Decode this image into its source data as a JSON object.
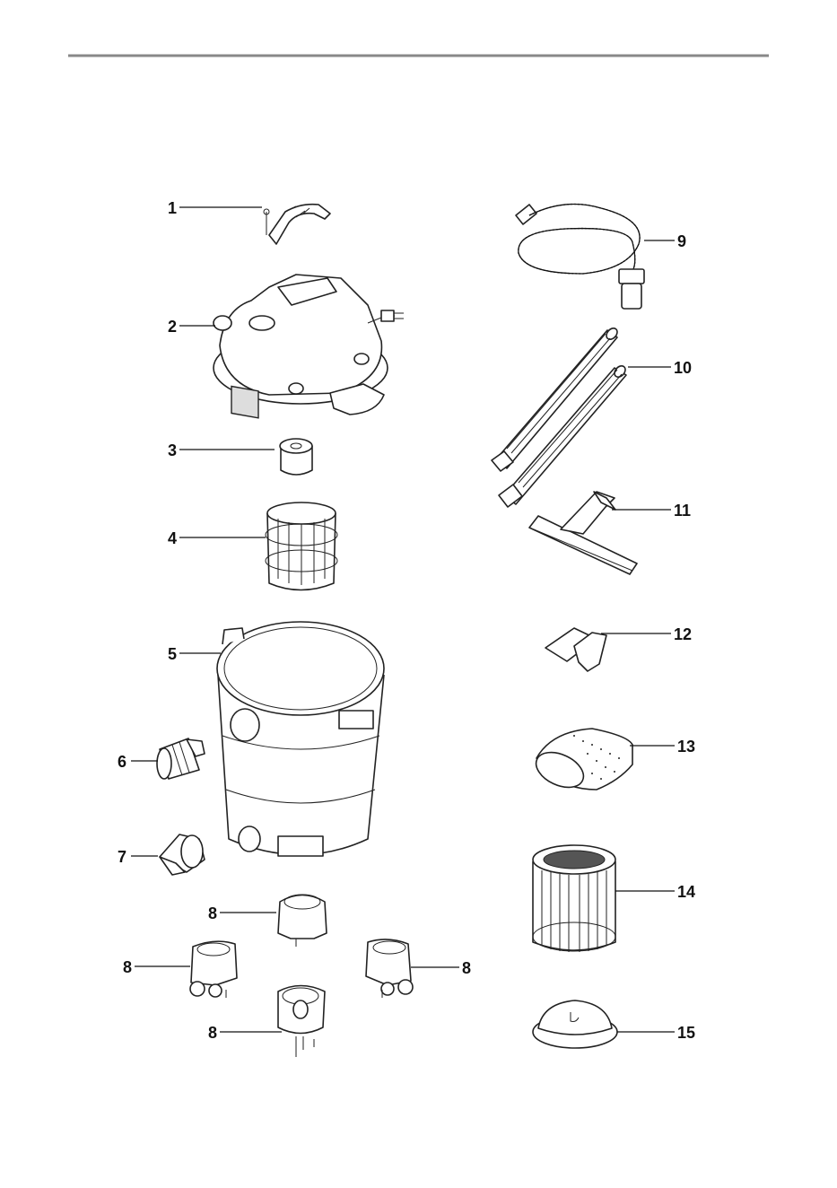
{
  "parts": [
    {
      "id": "1",
      "name": "carry-handle"
    },
    {
      "id": "2",
      "name": "motor-head"
    },
    {
      "id": "3",
      "name": "foam-filter"
    },
    {
      "id": "4",
      "name": "filter-cage"
    },
    {
      "id": "5",
      "name": "tank"
    },
    {
      "id": "6",
      "name": "inlet-adapter"
    },
    {
      "id": "7",
      "name": "inlet-plug"
    },
    {
      "id": "8",
      "name": "caster"
    },
    {
      "id": "9",
      "name": "hose"
    },
    {
      "id": "10",
      "name": "extension-wands"
    },
    {
      "id": "11",
      "name": "floor-nozzle"
    },
    {
      "id": "12",
      "name": "utility-nozzle"
    },
    {
      "id": "13",
      "name": "dust-bag"
    },
    {
      "id": "14",
      "name": "cartridge-filter"
    },
    {
      "id": "15",
      "name": "filter-lid"
    }
  ],
  "labels": {
    "p1": "1",
    "p2": "2",
    "p3": "3",
    "p4": "4",
    "p5": "5",
    "p6": "6",
    "p7": "7",
    "p8a": "8",
    "p8b": "8",
    "p8c": "8",
    "p8d": "8",
    "p9": "9",
    "p10": "10",
    "p11": "11",
    "p12": "12",
    "p13": "13",
    "p14": "14",
    "p15": "15"
  }
}
